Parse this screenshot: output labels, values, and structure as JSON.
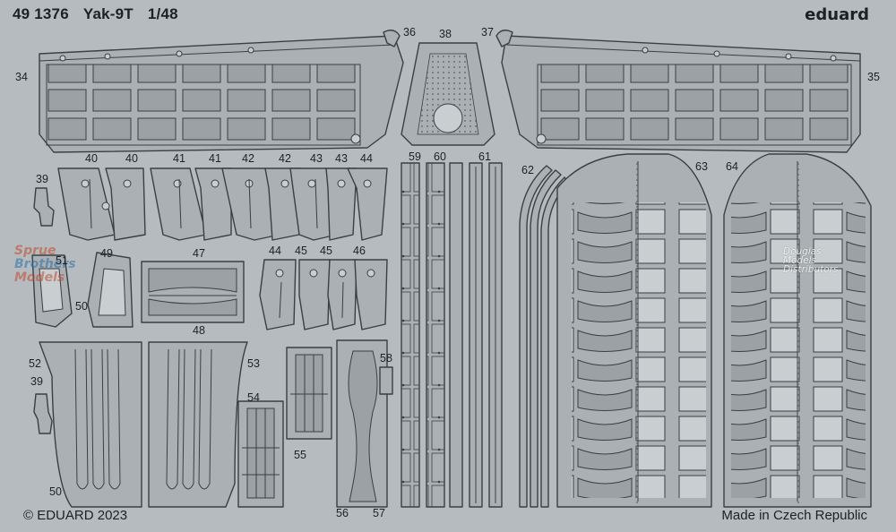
{
  "header": {
    "product_code": "49 1376",
    "aircraft": "Yak-9T",
    "scale": "1/48",
    "brand": "eduard"
  },
  "footer": {
    "copyright": "© EDUARD 2023",
    "origin": "Made in Czech Republic"
  },
  "watermarks": {
    "left_lines": [
      "Sprue",
      "Brothers",
      "Models"
    ],
    "right_lines": [
      "Douglas",
      "Models",
      "Distributors"
    ]
  },
  "part_numbers": {
    "p34": "34",
    "p35": "35",
    "p36": "36",
    "p37": "37",
    "p38": "38",
    "p39a": "39",
    "p39b": "39",
    "p40a": "40",
    "p40b": "40",
    "p41a": "41",
    "p41b": "41",
    "p42a": "42",
    "p42b": "42",
    "p43a": "43",
    "p43b": "43",
    "p44a": "44",
    "p44b": "44",
    "p45a": "45",
    "p45b": "45",
    "p46": "46",
    "p47": "47",
    "p48": "48",
    "p49": "49",
    "p50a": "50",
    "p50b": "50",
    "p51": "51",
    "p52": "52",
    "p53": "53",
    "p54": "54",
    "p55": "55",
    "p56": "56",
    "p57": "57",
    "p58": "58",
    "p59": "59",
    "p60": "60",
    "p61": "61",
    "p62": "62",
    "p63": "63",
    "p64": "64"
  },
  "colors": {
    "fret_background": "#b5bbbe",
    "part_fill": "#aab0b3",
    "part_outline": "#3a3f43",
    "etched_fill": "#999fa2"
  }
}
